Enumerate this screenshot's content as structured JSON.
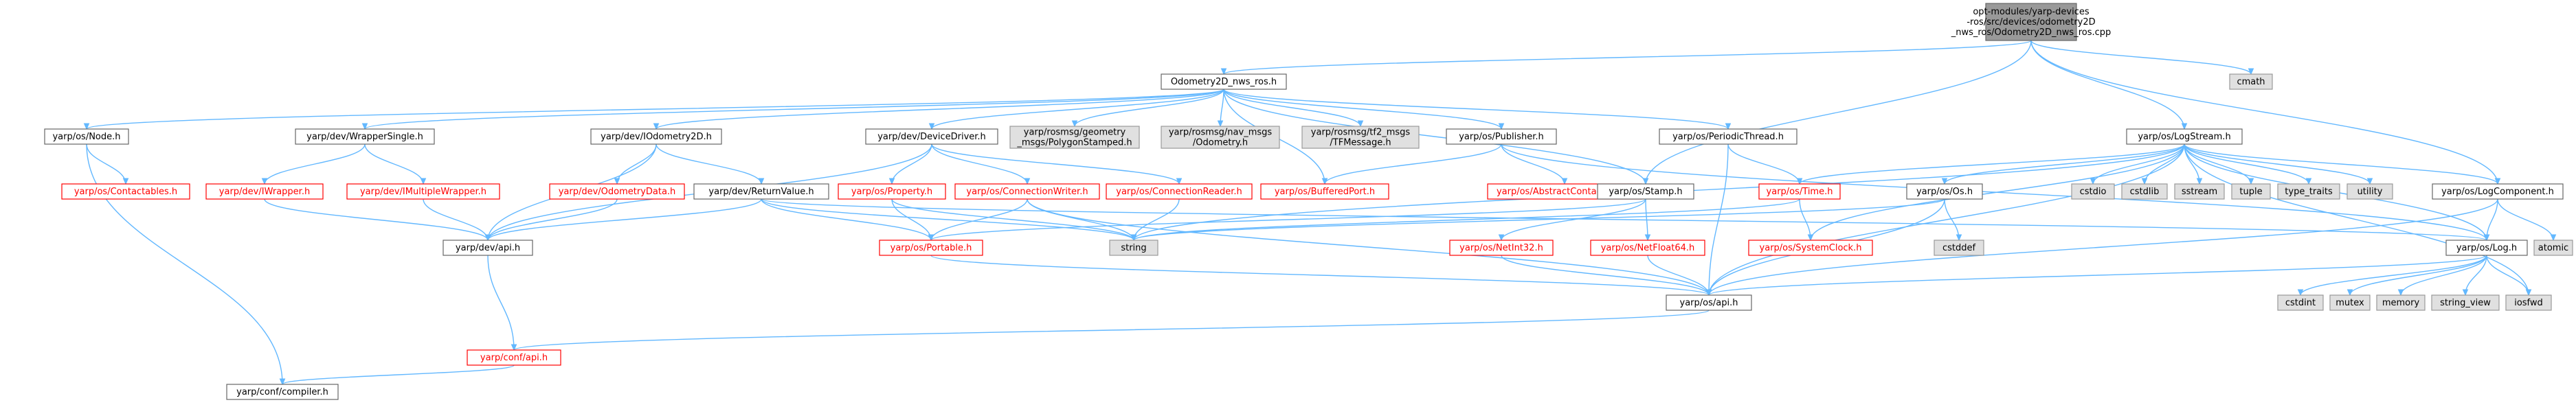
{
  "colors": {
    "edge": "#63B8FF",
    "root_fill": "#999999",
    "normal_fill": "#FFFFFF",
    "normal_border": "#666666",
    "normal_text": "#000000",
    "red_border": "#FF0000",
    "red_text": "#FF0000",
    "gray_fill": "#E0E0E0",
    "gray_border": "#999999",
    "gray_text": "#000000"
  },
  "nodes": [
    {
      "id": "root",
      "style": "root",
      "lines": [
        "opt-modules/yarp-devices",
        "-ros/src/devices/odometry2D",
        "_nws_ros/Odometry2D_nws_ros.cpp"
      ]
    },
    {
      "id": "odometry2d_nws_ros_h",
      "style": "normal",
      "lines": [
        "Odometry2D_nws_ros.h"
      ]
    },
    {
      "id": "cmath",
      "style": "gray",
      "lines": [
        "cmath"
      ]
    },
    {
      "id": "yarp_os_node_h",
      "style": "normal",
      "lines": [
        "yarp/os/Node.h"
      ]
    },
    {
      "id": "yarp_dev_wrappersingle_h",
      "style": "normal",
      "lines": [
        "yarp/dev/WrapperSingle.h"
      ]
    },
    {
      "id": "yarp_dev_iodometry2d_h",
      "style": "normal",
      "lines": [
        "yarp/dev/IOdometry2D.h"
      ]
    },
    {
      "id": "yarp_dev_devicedriver_h",
      "style": "normal",
      "lines": [
        "yarp/dev/DeviceDriver.h"
      ]
    },
    {
      "id": "polygonstamped_h",
      "style": "gray",
      "lines": [
        "yarp/rosmsg/geometry",
        "_msgs/PolygonStamped.h"
      ]
    },
    {
      "id": "odometry_h",
      "style": "gray",
      "lines": [
        "yarp/rosmsg/nav_msgs",
        "/Odometry.h"
      ]
    },
    {
      "id": "tfmessage_h",
      "style": "gray",
      "lines": [
        "yarp/rosmsg/tf2_msgs",
        "/TFMessage.h"
      ]
    },
    {
      "id": "yarp_os_publisher_h",
      "style": "normal",
      "lines": [
        "yarp/os/Publisher.h"
      ]
    },
    {
      "id": "yarp_os_periodicthread_h",
      "style": "normal",
      "lines": [
        "yarp/os/PeriodicThread.h"
      ]
    },
    {
      "id": "yarp_os_logstream_h",
      "style": "normal",
      "lines": [
        "yarp/os/LogStream.h"
      ]
    },
    {
      "id": "yarp_os_contactables_h",
      "style": "red",
      "lines": [
        "yarp/os/Contactables.h"
      ]
    },
    {
      "id": "yarp_dev_iwrapper_h",
      "style": "red",
      "lines": [
        "yarp/dev/IWrapper.h"
      ]
    },
    {
      "id": "yarp_dev_imultiplewrapper_h",
      "style": "red",
      "lines": [
        "yarp/dev/IMultipleWrapper.h"
      ]
    },
    {
      "id": "yarp_dev_odometrydata_h",
      "style": "red",
      "lines": [
        "yarp/dev/OdometryData.h"
      ]
    },
    {
      "id": "yarp_dev_returnvalue_h",
      "style": "normal",
      "lines": [
        "yarp/dev/ReturnValue.h"
      ]
    },
    {
      "id": "yarp_os_property_h",
      "style": "red",
      "lines": [
        "yarp/os/Property.h"
      ]
    },
    {
      "id": "yarp_os_connectionwriter_h",
      "style": "red",
      "lines": [
        "yarp/os/ConnectionWriter.h"
      ]
    },
    {
      "id": "yarp_os_connectionreader_h",
      "style": "red",
      "lines": [
        "yarp/os/ConnectionReader.h"
      ]
    },
    {
      "id": "yarp_os_bufferedport_h",
      "style": "red",
      "lines": [
        "yarp/os/BufferedPort.h"
      ]
    },
    {
      "id": "yarp_os_abstractcontactable_h",
      "style": "red",
      "lines": [
        "yarp/os/AbstractContactable.h"
      ]
    },
    {
      "id": "yarp_os_stamp_h",
      "style": "normal",
      "lines": [
        "yarp/os/Stamp.h"
      ]
    },
    {
      "id": "yarp_os_time_h",
      "style": "red",
      "lines": [
        "yarp/os/Time.h"
      ]
    },
    {
      "id": "yarp_os_os_h",
      "style": "normal",
      "lines": [
        "yarp/os/Os.h"
      ]
    },
    {
      "id": "cstdio",
      "style": "gray",
      "lines": [
        "cstdio"
      ]
    },
    {
      "id": "cstdlib",
      "style": "gray",
      "lines": [
        "cstdlib"
      ]
    },
    {
      "id": "sstream",
      "style": "gray",
      "lines": [
        "sstream"
      ]
    },
    {
      "id": "tuple",
      "style": "gray",
      "lines": [
        "tuple"
      ]
    },
    {
      "id": "type_traits",
      "style": "gray",
      "lines": [
        "type_traits"
      ]
    },
    {
      "id": "utility",
      "style": "gray",
      "lines": [
        "utility"
      ]
    },
    {
      "id": "yarp_os_logcomponent_h",
      "style": "normal",
      "lines": [
        "yarp/os/LogComponent.h"
      ]
    },
    {
      "id": "yarp_dev_api_h",
      "style": "normal",
      "lines": [
        "yarp/dev/api.h"
      ]
    },
    {
      "id": "yarp_os_portable_h",
      "style": "red",
      "lines": [
        "yarp/os/Portable.h"
      ]
    },
    {
      "id": "string",
      "style": "gray",
      "lines": [
        "string"
      ]
    },
    {
      "id": "yarp_os_netint32_h",
      "style": "red",
      "lines": [
        "yarp/os/NetInt32.h"
      ]
    },
    {
      "id": "yarp_os_netfloat64_h",
      "style": "red",
      "lines": [
        "yarp/os/NetFloat64.h"
      ]
    },
    {
      "id": "yarp_os_systemclock_h",
      "style": "red",
      "lines": [
        "yarp/os/SystemClock.h"
      ]
    },
    {
      "id": "cstddef",
      "style": "gray",
      "lines": [
        "cstddef"
      ]
    },
    {
      "id": "yarp_os_log_h",
      "style": "normal",
      "lines": [
        "yarp/os/Log.h"
      ]
    },
    {
      "id": "atomic",
      "style": "gray",
      "lines": [
        "atomic"
      ]
    },
    {
      "id": "yarp_os_api_h",
      "style": "normal",
      "lines": [
        "yarp/os/api.h"
      ]
    },
    {
      "id": "cstdint",
      "style": "gray",
      "lines": [
        "cstdint"
      ]
    },
    {
      "id": "mutex",
      "style": "gray",
      "lines": [
        "mutex"
      ]
    },
    {
      "id": "memory",
      "style": "gray",
      "lines": [
        "memory"
      ]
    },
    {
      "id": "string_view",
      "style": "gray",
      "lines": [
        "string_view"
      ]
    },
    {
      "id": "iosfwd",
      "style": "gray",
      "lines": [
        "iosfwd"
      ]
    },
    {
      "id": "yarp_conf_api_h",
      "style": "red",
      "lines": [
        "yarp/conf/api.h"
      ]
    },
    {
      "id": "yarp_conf_compiler_h",
      "style": "normal",
      "lines": [
        "yarp/conf/compiler.h"
      ]
    }
  ],
  "edges": [
    [
      "root",
      "odometry2d_nws_ros_h"
    ],
    [
      "root",
      "cmath"
    ],
    [
      "root",
      "yarp_os_logstream_h"
    ],
    [
      "root",
      "yarp_os_logcomponent_h"
    ],
    [
      "root",
      "yarp_os_stamp_h"
    ],
    [
      "odometry2d_nws_ros_h",
      "yarp_os_node_h"
    ],
    [
      "odometry2d_nws_ros_h",
      "yarp_dev_wrappersingle_h"
    ],
    [
      "odometry2d_nws_ros_h",
      "yarp_dev_iodometry2d_h"
    ],
    [
      "odometry2d_nws_ros_h",
      "yarp_dev_devicedriver_h"
    ],
    [
      "odometry2d_nws_ros_h",
      "polygonstamped_h"
    ],
    [
      "odometry2d_nws_ros_h",
      "odometry_h"
    ],
    [
      "odometry2d_nws_ros_h",
      "tfmessage_h"
    ],
    [
      "odometry2d_nws_ros_h",
      "yarp_os_publisher_h"
    ],
    [
      "odometry2d_nws_ros_h",
      "yarp_os_periodicthread_h"
    ],
    [
      "odometry2d_nws_ros_h",
      "yarp_os_stamp_h"
    ],
    [
      "odometry2d_nws_ros_h",
      "yarp_os_bufferedport_h"
    ],
    [
      "yarp_os_node_h",
      "yarp_os_contactables_h"
    ],
    [
      "yarp_os_node_h",
      "yarp_conf_compiler_h"
    ],
    [
      "yarp_dev_wrappersingle_h",
      "yarp_dev_iwrapper_h"
    ],
    [
      "yarp_dev_wrappersingle_h",
      "yarp_dev_imultiplewrapper_h"
    ],
    [
      "yarp_dev_iwrapper_h",
      "yarp_dev_api_h"
    ],
    [
      "yarp_dev_imultiplewrapper_h",
      "yarp_dev_api_h"
    ],
    [
      "yarp_dev_iodometry2d_h",
      "yarp_dev_odometrydata_h"
    ],
    [
      "yarp_dev_iodometry2d_h",
      "yarp_dev_returnvalue_h"
    ],
    [
      "yarp_dev_iodometry2d_h",
      "yarp_dev_api_h"
    ],
    [
      "yarp_dev_odometrydata_h",
      "yarp_dev_api_h"
    ],
    [
      "yarp_dev_returnvalue_h",
      "yarp_dev_api_h"
    ],
    [
      "yarp_dev_returnvalue_h",
      "yarp_os_portable_h"
    ],
    [
      "yarp_dev_returnvalue_h",
      "string"
    ],
    [
      "yarp_dev_returnvalue_h",
      "yarp_os_log_h"
    ],
    [
      "yarp_dev_devicedriver_h",
      "yarp_os_property_h"
    ],
    [
      "yarp_dev_devicedriver_h",
      "yarp_os_connectionwriter_h"
    ],
    [
      "yarp_dev_devicedriver_h",
      "yarp_os_connectionreader_h"
    ],
    [
      "yarp_dev_devicedriver_h",
      "yarp_dev_api_h"
    ],
    [
      "yarp_os_property_h",
      "yarp_os_portable_h"
    ],
    [
      "yarp_os_property_h",
      "string"
    ],
    [
      "yarp_os_connectionwriter_h",
      "string"
    ],
    [
      "yarp_os_connectionwriter_h",
      "yarp_os_api_h"
    ],
    [
      "yarp_os_connectionwriter_h",
      "yarp_os_portable_h"
    ],
    [
      "yarp_os_connectionreader_h",
      "string"
    ],
    [
      "yarp_os_publisher_h",
      "yarp_os_bufferedport_h"
    ],
    [
      "yarp_os_publisher_h",
      "yarp_os_abstractcontactable_h"
    ],
    [
      "yarp_os_publisher_h",
      "yarp_os_log_h"
    ],
    [
      "yarp_os_periodicthread_h",
      "yarp_os_time_h"
    ],
    [
      "yarp_os_periodicthread_h",
      "yarp_os_api_h"
    ],
    [
      "yarp_os_stamp_h",
      "yarp_os_portable_h"
    ],
    [
      "yarp_os_stamp_h",
      "yarp_os_netint32_h"
    ],
    [
      "yarp_os_stamp_h",
      "yarp_os_netfloat64_h"
    ],
    [
      "yarp_os_time_h",
      "string"
    ],
    [
      "yarp_os_time_h",
      "yarp_os_systemclock_h"
    ],
    [
      "yarp_os_os_h",
      "string"
    ],
    [
      "yarp_os_os_h",
      "cstddef"
    ],
    [
      "yarp_os_os_h",
      "yarp_os_api_h"
    ],
    [
      "yarp_os_logstream_h",
      "yarp_os_time_h"
    ],
    [
      "yarp_os_logstream_h",
      "yarp_os_os_h"
    ],
    [
      "yarp_os_logstream_h",
      "yarp_os_systemclock_h"
    ],
    [
      "yarp_os_logstream_h",
      "string"
    ],
    [
      "yarp_os_logstream_h",
      "cstdio"
    ],
    [
      "yarp_os_logstream_h",
      "cstdlib"
    ],
    [
      "yarp_os_logstream_h",
      "sstream"
    ],
    [
      "yarp_os_logstream_h",
      "tuple"
    ],
    [
      "yarp_os_logstream_h",
      "type_traits"
    ],
    [
      "yarp_os_logstream_h",
      "utility"
    ],
    [
      "yarp_os_logstream_h",
      "yarp_os_logcomponent_h"
    ],
    [
      "yarp_os_logstream_h",
      "yarp_os_log_h"
    ],
    [
      "yarp_os_logstream_h",
      "iosfwd"
    ],
    [
      "yarp_os_logstream_h",
      "yarp_os_api_h"
    ],
    [
      "yarp_os_logcomponent_h",
      "yarp_os_log_h"
    ],
    [
      "yarp_os_logcomponent_h",
      "atomic"
    ],
    [
      "yarp_os_logcomponent_h",
      "yarp_os_api_h"
    ],
    [
      "yarp_os_log_h",
      "yarp_os_api_h"
    ],
    [
      "yarp_os_log_h",
      "cstdint"
    ],
    [
      "yarp_os_log_h",
      "mutex"
    ],
    [
      "yarp_os_log_h",
      "memory"
    ],
    [
      "yarp_os_log_h",
      "string_view"
    ],
    [
      "yarp_os_log_h",
      "iosfwd"
    ],
    [
      "yarp_os_portable_h",
      "yarp_os_api_h"
    ],
    [
      "yarp_os_netint32_h",
      "yarp_os_api_h"
    ],
    [
      "yarp_os_netfloat64_h",
      "yarp_os_api_h"
    ],
    [
      "yarp_dev_api_h",
      "yarp_conf_api_h"
    ],
    [
      "yarp_os_api_h",
      "yarp_conf_api_h"
    ],
    [
      "yarp_conf_api_h",
      "yarp_conf_compiler_h"
    ]
  ]
}
